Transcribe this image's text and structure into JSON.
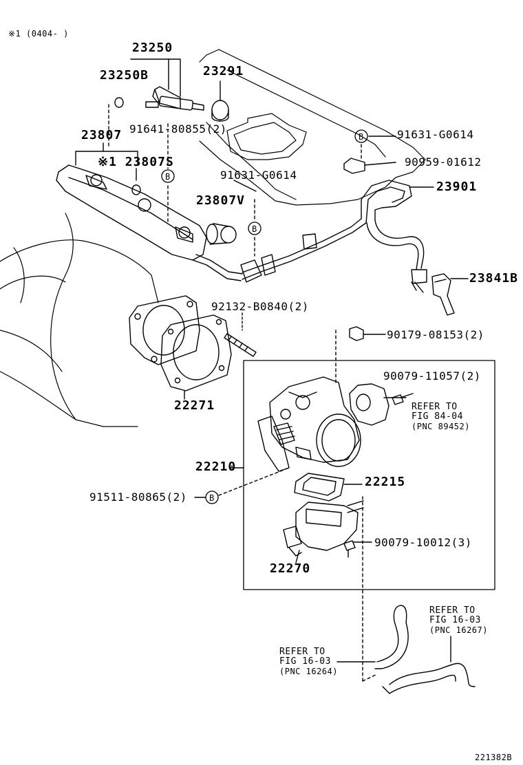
{
  "header": {
    "applicability_note": "※1 (0404-    )"
  },
  "part_labels": {
    "p23250": "23250",
    "p23250b": "23250B",
    "p23291": "23291",
    "p23807": "23807",
    "p23807s": "※1 23807S",
    "p23807v": "23807V",
    "p91641": "91641-80855(2)",
    "p91631_top": "91631-G0614",
    "p90959": "90959-01612",
    "p91631_mid": "91631-G0614",
    "p23901": "23901",
    "p23841b": "23841B",
    "p92132": "92132-B0840(2)",
    "p90179": "90179-08153(2)",
    "p90079a": "90079-11057(2)",
    "p22271": "22271",
    "p22210": "22210",
    "p22215": "22215",
    "p91511": "91511-80865(2)",
    "p90079b": "90079-10012(3)",
    "p22270": "22270"
  },
  "callout_marker": "B",
  "references": {
    "fig84": {
      "line1": "REFER TO",
      "line2": "FIG 84-04",
      "line3": "(PNC 89452)"
    },
    "fig16a": {
      "line1": "REFER TO",
      "line2": "FIG 16-03",
      "line3": "(PNC 16267)"
    },
    "fig16b": {
      "line1": "REFER TO",
      "line2": "FIG 16-03",
      "line3": "(PNC 16264)"
    }
  },
  "footer": {
    "illustration_id": "221382B"
  }
}
